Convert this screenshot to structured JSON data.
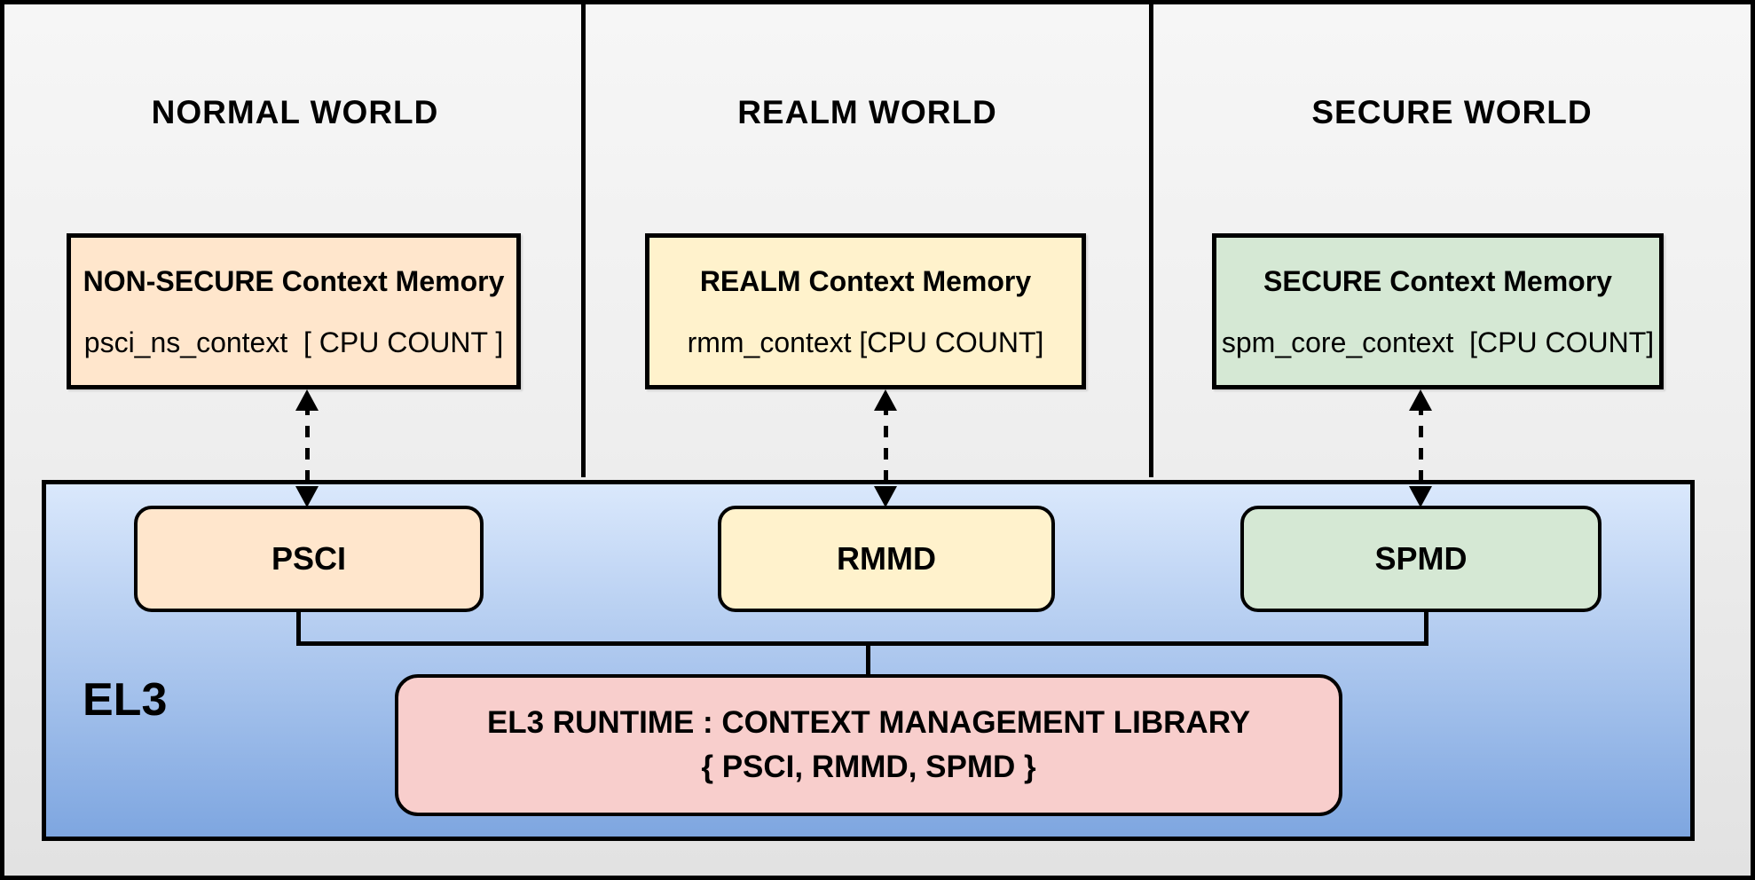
{
  "diagram": {
    "worlds": [
      {
        "title": "NORMAL WORLD",
        "memory": {
          "title": "NON-SECURE Context Memory",
          "subtitle": "psci_ns_context  [ CPU COUNT ]"
        },
        "fill": "#ffe6cc"
      },
      {
        "title": "REALM WORLD",
        "memory": {
          "title": "REALM Context Memory",
          "subtitle": "rmm_context [CPU COUNT]"
        },
        "fill": "#fff2cc"
      },
      {
        "title": "SECURE WORLD",
        "memory": {
          "title": "SECURE Context Memory",
          "subtitle": "spm_core_context  [CPU COUNT]"
        },
        "fill": "#d5e8d4"
      }
    ],
    "el3": {
      "label": "EL3",
      "modules": [
        {
          "label": "PSCI",
          "fill": "#ffe6cc"
        },
        {
          "label": "RMMD",
          "fill": "#fff2cc"
        },
        {
          "label": "SPMD",
          "fill": "#d5e8d4"
        }
      ],
      "runtime": {
        "line1": "EL3 RUNTIME : CONTEXT MANAGEMENT LIBRARY",
        "line2": "{ PSCI, RMMD, SPMD }",
        "fill": "#f8cecc"
      },
      "gradient_top": "#dae8fc",
      "gradient_bottom": "#7ea6e0"
    },
    "colors": {
      "border": "#000000",
      "background_top": "#f6f6f6",
      "background_bottom": "#e2e2e2"
    }
  }
}
